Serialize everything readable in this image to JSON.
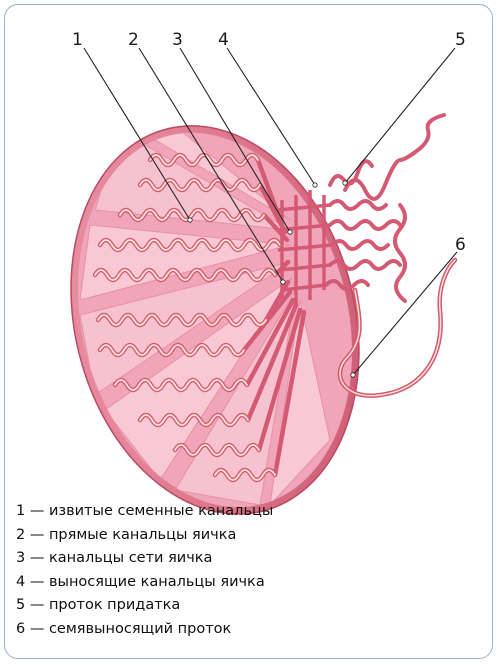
{
  "diagram": {
    "callouts": [
      "1",
      "2",
      "3",
      "4",
      "5",
      "6"
    ],
    "colors": {
      "capsule": "#d9697f",
      "lobule": "#f4b7c7",
      "tubule_stroke": "#d45a74",
      "tubule_fill": "#fbe3d3",
      "frame_border": "#8fb3d6"
    }
  },
  "legend": [
    "1 — извитые семенные канальцы",
    "2 — прямые канальцы яичка",
    "3 — канальцы сети яичка",
    "4 — выносящие канальцы яичка",
    "5 — проток придатка",
    "6 — семявыносящий проток"
  ]
}
